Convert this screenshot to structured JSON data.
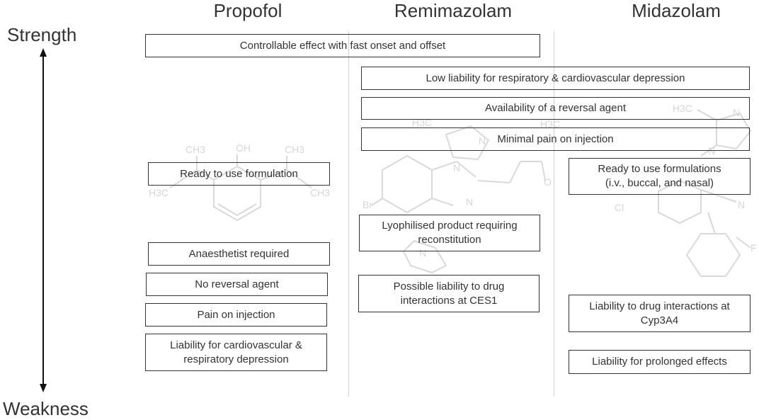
{
  "columns": {
    "propofol": "Propofol",
    "remimazolam": "Remimazolam",
    "midazolam": "Midazolam"
  },
  "axis": {
    "top": "Strength",
    "bottom": "Weakness"
  },
  "boxes": {
    "controllable": "Controllable effect with fast onset and offset",
    "low_liability": "Low liability for respiratory & cardiovascular depression",
    "reversal_available": "Availability of a reversal agent",
    "minimal_pain": "Minimal pain on injection",
    "propofol_ready": "Ready to use formulation",
    "midazolam_ready": "Ready to use formulations\n(i.v., buccal, and nasal)",
    "lyophilised": "Lyophilised product requiring\nreconstitution",
    "anaesthetist": "Anaesthetist required",
    "no_reversal": "No reversal agent",
    "pain": "Pain on injection",
    "cardio_liability": "Liability for cardiovascular &\nrespiratory depression",
    "ces1": "Possible liability to drug\ninteractions at CES1",
    "cyp3a4": "Liability to drug interactions at\nCyp3A4",
    "prolonged": "Liability for prolonged effects"
  },
  "structures": {
    "propofol": {
      "ch3_left": "CH3",
      "oh": "OH",
      "ch3_right": "CH3",
      "h3c": "H3C",
      "ch3_low": "CH3"
    },
    "remimazolam": {
      "h3c_a": "H3C",
      "h3c_b": "H3C",
      "n_a": "N",
      "n_b": "N",
      "n_c": "N",
      "n_d": "N",
      "br": "Br",
      "o": "O"
    },
    "midazolam": {
      "h3c": "H3C",
      "n_a": "N",
      "n_b": "N",
      "n_c": "N",
      "cl": "Cl",
      "f": "F"
    }
  }
}
